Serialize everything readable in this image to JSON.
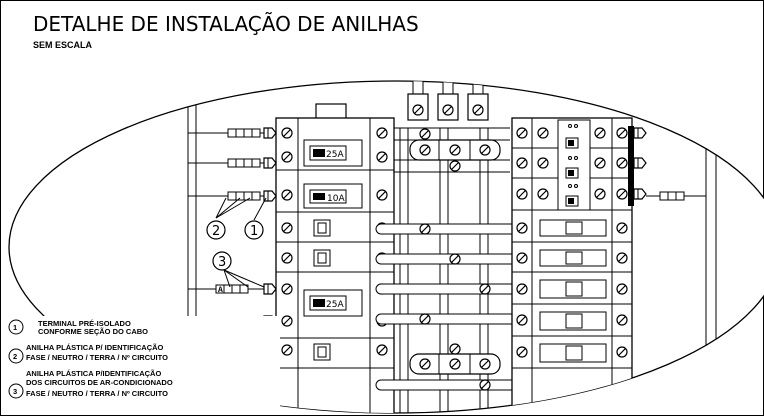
{
  "title": "DETALHE DE INSTALAÇÃO DE ANILHAS",
  "subtitle": "SEM ESCALA",
  "breaker_labels": [
    "25A",
    "10A",
    "25A"
  ],
  "callout_numbers": [
    "1",
    "2",
    "3"
  ],
  "sleeve_tag": "A",
  "legend": [
    {
      "number": "1",
      "lines": [
        "TERMINAL PRÉ-ISOLADO",
        "CONFORME SEÇÃO DO CABO"
      ]
    },
    {
      "number": "2",
      "lines": [
        "ANILHA PLÁSTICA P/ IDENTIFICAÇÃO",
        "FASE / NEUTRO / TERRA / Nº CIRCUITO"
      ]
    },
    {
      "number": "3",
      "lines": [
        "ANILHA PLÁSTICA P/IDENTIFICAÇÃO",
        "DOS CIRCUITOS DE AR-CONDICIONADO",
        "FASE / NEUTRO / TERRA / Nº CIRCUITO"
      ]
    }
  ],
  "colors": {
    "line": "#000000",
    "background": "#ffffff"
  }
}
